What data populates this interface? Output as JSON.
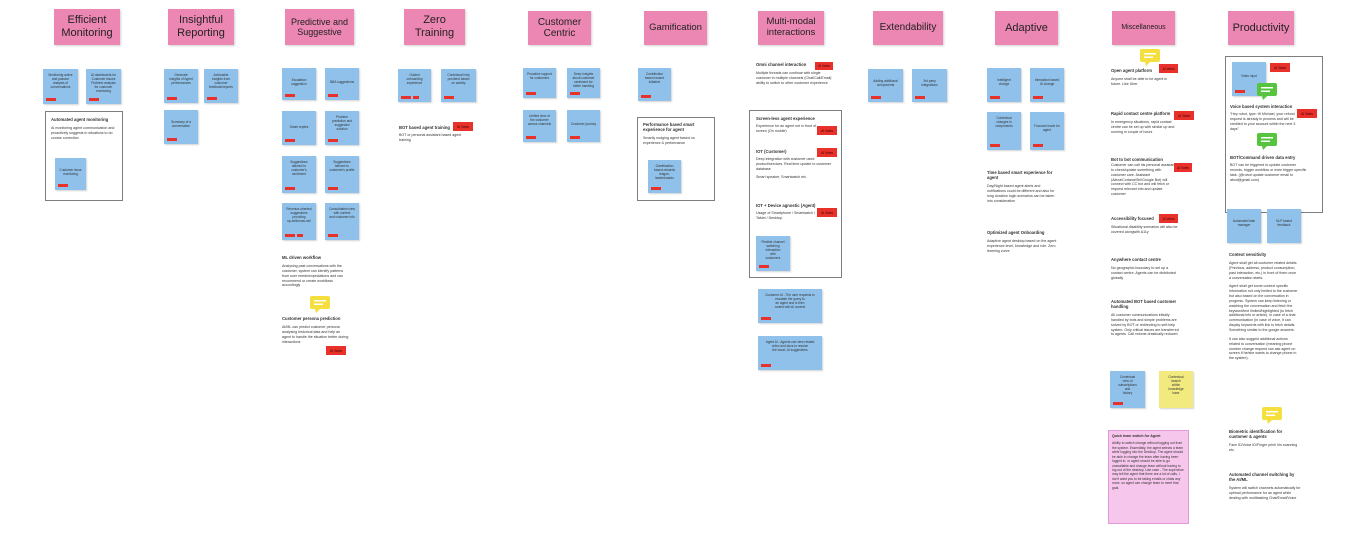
{
  "headers": [
    {
      "text": "Efficient\nMonitoring"
    },
    {
      "text": "Insightful\nReporting"
    },
    {
      "text": "Predictive and\nSuggestive"
    },
    {
      "text": "Zero\nTraining"
    },
    {
      "text": "Customer\nCentric"
    },
    {
      "text": "Gamification"
    },
    {
      "text": "Multi-modal\ninteractions"
    },
    {
      "text": "Extendability"
    },
    {
      "text": "Adaptive"
    },
    {
      "text": "Miscellaneous"
    },
    {
      "text": "Productivity"
    }
  ],
  "sticky_text": {
    "c1_a": "Monitoring active\nand passive\nanalysis of\nconversations",
    "c1_b": "AI dashboards for\nCustomer issues\nProblem analysis\nfor customer\nmonitoring",
    "c1_c": "Customer issue\nmonitoring",
    "c2_a": "Generate\ninsights of Agent\nperformances",
    "c2_b": "Actionable\ninsights from\ncustomer\nfeedback/reports",
    "c2_c": "Summary of a\nconversation",
    "c3_a": "Escalation\nsuggestion",
    "c3_b": "NBA suggestions",
    "c3_c": "Smart replies",
    "c3_d": "Problem\nprediction and\nsuggested\nsolution",
    "c3_e": "Suggestions\ntailored to\ncustomer's\nsentiment",
    "c3_f": "Suggestions\ntailored to\ncustomer's profile",
    "c3_g": "Revenue-oriented\nsuggestions\nproviding\nup-sell/cross-sell",
    "c3_h": "Consolidated view\nwith context\nand customer info",
    "c4_a": "Guided\nonboarding\nexperience",
    "c4_b": "Contextual help\nprovided based\non activity",
    "c5_a": "Proactive support\nfor customers",
    "c5_b": "Deep insights\nabout customer\nsentiment for\nbetter handling",
    "c5_c": "Unified view of\nthe customer\nacross channels",
    "c5_d": "Customer journey",
    "c6_a": "Contribution\nbased reward\ninitiative",
    "c6_b": "Gamification\nbased rewards\nleague,\nleaderboards",
    "c7_a": "Flexible channel\nswitching\ninteraction\nwith\ncustomers",
    "c7_b": "Customer AI - The user requests to\nescalate the query to\nan agent and is then\nrouted with AI context",
    "c7_c": "Agent AI - Agents can view related\nvideo and docs to resolve\nthe issue; AI suggestions",
    "c8_a": "Adding additional\ncomponents",
    "c8_b": "3rd party\nintegrations",
    "c9_a": "Intelligent\nchange",
    "c9_b": "Interaction based\nUI change",
    "c9_c": "Contextual\nchanges in\ncomponents",
    "c9_d": "Focused mode for\nagent",
    "c10_a": "Contextual\nview of\nsubscriptions\nand\nhistory",
    "c10_b": "Contextual\nsearch\nwithin\nknowledge\nbase",
    "c11_a": "Video input",
    "c11_b": "Automated task\nmanager",
    "c11_c": "NLP based\nfeedback"
  },
  "notes": {
    "c1_title": "Automated agent monitoring",
    "c1_body": "AI monitoring agent communication and proactively suggests in situations to do course correction",
    "c3_ml_title": "ML driven workflow",
    "c3_ml_body": "Analysing past conversations with the customer, system can identify patterns from user needs/expectations and can recommend or create workflows accordingly",
    "c3_persona_title": "Customer persona prediction",
    "c3_persona_body": "AI/ML can predict customer persona analysing historical data and help an agent to handle the situation better during interactions",
    "c4_bot_title": "BOT based agent training",
    "c4_bot_body": "BOT or personal assistant based agent training",
    "c6_perf_title": "Performance based smart experience for agent",
    "c6_perf_body": "Smartly nudging agent based on experience & performance",
    "c7_omni_title": "Omni channel interaction",
    "c7_omni_body": "Multiple threads can continue with single customer in multiple channels (Chat/Call/Email) ability to switch to other customer experience",
    "c7_screen_title": "Screen-less agent experience",
    "c7_screen_body": "Experience for an agent not in front of screen (On mobile)",
    "c7_iot_title": "IOT (Customer)",
    "c7_iot_body": "Deep integration with customer used product/services. Real time update to customer database",
    "c7_smart": "Smart speaker, Smartwatch etc.",
    "c7_iotd_title": "IOT + Device agnostic (Agent)",
    "c7_iotd_body": "Usage of Smartphone / Smartwatch / Tablet / Desktop.",
    "c9_time_title": "Time based smart experience for agent",
    "c9_time_body": "Day/Night based agent alerts and notifications could be different and also for long duration login scenarios can be taken into consideration",
    "c9_opt_title": "Optimized agent Onboarding",
    "c9_opt_body": "Adaptive agent desktop based on the agent experience level, knowledge and role. Zero learning curve",
    "c10_open_title": "Open agent platform",
    "c10_open_body": "Anyone shall be able to be agent in future. Like Uber",
    "c10_rapid_title": "Rapid contact centre platform",
    "c10_rapid_body": "In emergency situations, rapid contact centre can be set up with similar up and running in couple of hours",
    "c10_bot_title": "Bot to bot communication",
    "c10_bot_body": "Customer can call his personal assistant to check/update something with customer care. Assistant (Alexa/Cortana/Siri/Google Bot) will connect with CC bot and will fetch or request relevant info and update customer",
    "c10_acc_title": "Accessibility focused",
    "c10_acc_body": "Situational disability scenarios will also be covered alongwith A11y",
    "c10_any_title": "Anywhere contact centre",
    "c10_any_body": "No geographic boundary to set up a contact centre. Agents can be distributed globally",
    "c10_auto_title": "Automated BOT based customer handling",
    "c10_auto_body": "All customer communications initially handled by bots and simple problems are solved by BOT or redirecting to self-help system. Only critical issues are transferred to agents. Call volume drastically reduced",
    "c10_pink_title": "Quick team switch for Agent",
    "c10_pink_body": "Ability to switch change without logging out from the system. Essentially, the agent selects a team while logging into the Desktop. The agent should be able to change the team after having been logged in, or agent should be able to go unavailable and change team without having to log out of the desktop. Use case - The supervisor may tell the agent that there are a lot of calls, I don't want you to be taking emails or chats any more, so agent can change team to meet that goal.",
    "c11_voice_title": "Voice based system interaction",
    "c11_voice_body": "\"Hey robot, type: Hi Michael, your refund request is already in process and will be credited to your account within the next 3 days\"",
    "c11_cmd_title": "BOT/Command driven data entry",
    "c11_cmd_body": "BOT can be triggered to update customer records, trigger workflow or even trigger specific task. (@robot update customer email to abcd@gmail.com)",
    "c11_ctx_title": "Context sensitivity",
    "c11_ctx_body": "Agent shall get all customer related details (Previous, address, product consumption, past interaction, etc.) in front of them once a conversation starts.",
    "c11_ctx_body2": "Agent shall get some context specific information not only limited to the customer but also based on the conversation in progress. System can keep listening or watching the conversation and fetch the keyword/text limited/highlighted (to fetch additional info or article). In case of a chat communication (in case of voice, it can display keywords with link to fetch details. Something similar to the google answers.",
    "c11_ctx_body3": "It can also suggest additional actions related to conversation (meaning phone number change request can ask agent on screen if he/she wants to change phone in the system).",
    "c11_bio_title": "Biometric identification for customer & agents",
    "c11_bio_body": "Face ID/Voice ID/Finger print/ Iris scanning etc.",
    "c11_chan_title": "Automated channel switching by the AI/ML",
    "c11_chan_body": "System will switch channels automatically for optimal performance for an agent while dealing with multitasking Chat/Email/Voice"
  },
  "badge_label": "AI Votes",
  "colors": {
    "header": "#ec86b3",
    "sticky_blue": "#8fc1ea",
    "sticky_yellow": "#f3ea7f",
    "badge_red": "#e8312a",
    "pink_box": "#f6c6ec",
    "comment_yellow": "#f4df3e",
    "comment_green": "#56c43f"
  }
}
